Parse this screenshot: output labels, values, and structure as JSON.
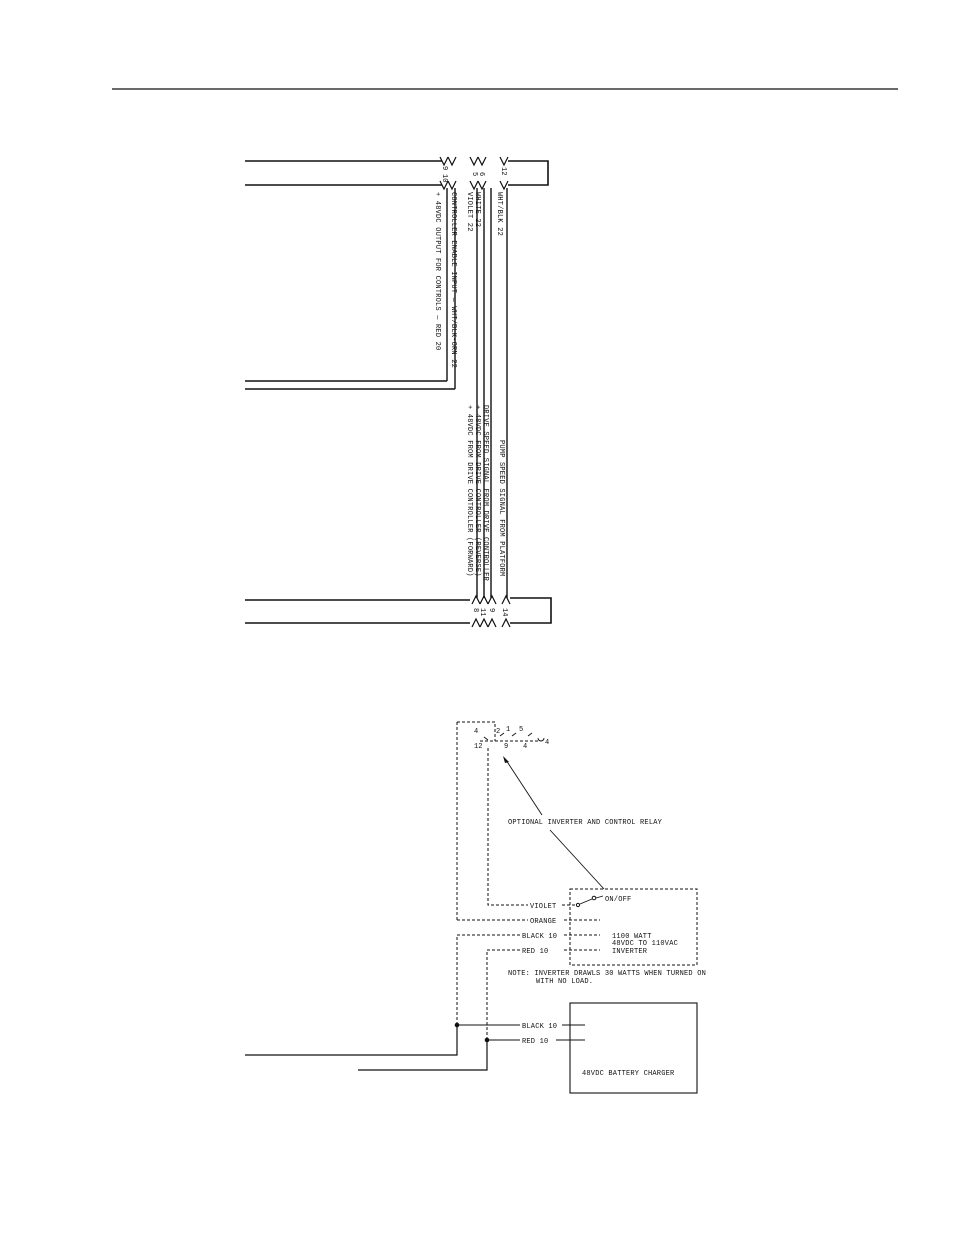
{
  "top_diagram": {
    "wire_labels": [
      "+ 48VDC OUTPUT FOR CONTROLS — RED 20",
      "CONTROLLER ENABLE INPUT — WHT/BLK-ORN 22",
      "VIOLET 22",
      "WHITE 22",
      "WHT/BLK 22"
    ],
    "lower_labels": [
      "+ 48VDC FROM DRIVE CONTROLLER (FORWARD)",
      "+ 48VDC FROM DRIVE CONTROLLER (REVERSE)",
      "DRIVE SPEED SIGNAL FROM DRIVE CONTROLLER",
      "PUMP SPEED SIGNAL FROM PLATFORM"
    ],
    "top_pins": [
      "10",
      "9",
      "5",
      "6",
      "12"
    ],
    "bottom_pins": [
      "8",
      "11",
      "9",
      "14"
    ]
  },
  "bottom_diagram": {
    "relay": {
      "pins_top": [
        "4",
        "2",
        "1",
        "5"
      ],
      "pins_bottom": [
        "12",
        "9",
        "4",
        "4"
      ],
      "callout": "OPTIONAL INVERTER AND CONTROL RELAY"
    },
    "inverter": {
      "switch_label": "ON/OFF",
      "wires": [
        "VIOLET",
        "ORANGE",
        "BLACK 10",
        "RED 10"
      ],
      "description": [
        "1100 WATT",
        "48VDC TO 110VAC",
        "INVERTER"
      ]
    },
    "note": [
      "NOTE: INVERTER DRAWLS 30 WATTS WHEN TURNED ON",
      "WITH NO LOAD."
    ],
    "charger": {
      "wires": [
        "BLACK 10",
        "RED 10"
      ],
      "label": "48VDC BATTERY CHARGER"
    }
  }
}
